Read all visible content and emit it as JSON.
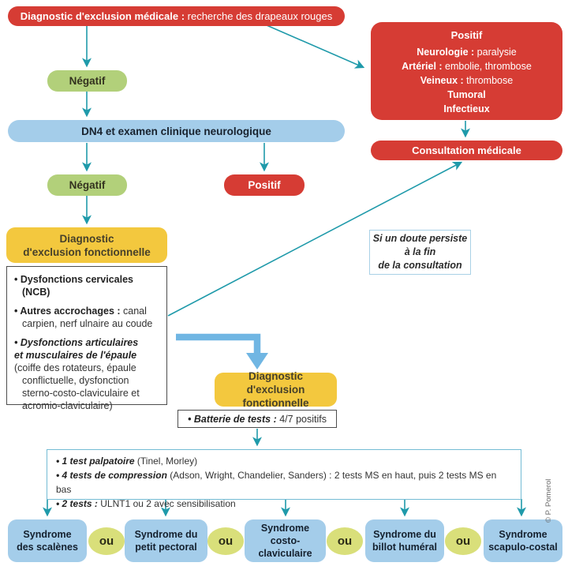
{
  "colors": {
    "red": "#d63c34",
    "green": "#b2d07a",
    "yellow": "#f3c83e",
    "blue": "#a4cdea",
    "olive_ou": "#d9df7a",
    "teal_arrow": "#1f9aaa",
    "thick_arrow_blue": "#70b6e3"
  },
  "flow": {
    "medical_exclusion": {
      "bold": "Diagnostic d'exclusion médicale :",
      "rest": " recherche des drapeaux rouges"
    },
    "negatif1": "Négatif",
    "dn4": "DN4 et examen clinique neurologique",
    "negatif2": "Négatif",
    "positif_small": "Positif",
    "func_excl_1": {
      "line1": "Diagnostic",
      "line2": "d'exclusion fonctionnelle"
    },
    "red_flags": {
      "title": "Positif",
      "lines": [
        {
          "bold": "Neurologie :",
          "rest": " paralysie"
        },
        {
          "bold": "Artériel :",
          "rest": " embolie, thrombose"
        },
        {
          "bold": "Veineux :",
          "rest": " thrombose"
        },
        {
          "bold": "Tumoral",
          "rest": ""
        },
        {
          "bold": "Infectieux",
          "rest": ""
        }
      ]
    },
    "consultation": "Consultation médicale",
    "doubt": {
      "line1": "Si un doute persiste",
      "line2": "à la fin",
      "line3": "de la consultation"
    },
    "dysfunctions": {
      "item1": {
        "bullet": "• ",
        "bold": "Dysfonctions cervicales (NCB)"
      },
      "item2": {
        "bullet": "• ",
        "bold": "Autres accrochages :",
        "rest": " canal carpien, nerf ulnaire au coude"
      },
      "item3": {
        "bullet": "• ",
        "bold_line1": "Dysfonctions articulaires",
        "bold_line2": "et musculaires de l'épaule",
        "rest": "(coiffe des rotateurs, épaule conflictuelle, dysfonction sterno-costo-claviculaire et acromio-claviculaire)"
      }
    },
    "func_excl_2": {
      "line1": "Diagnostic",
      "line2": "d'exclusion fonctionnelle"
    },
    "battery": {
      "bold": "• Batterie de tests :",
      "rest": " 4/7 positifs"
    },
    "tests": [
      {
        "bullet": "• ",
        "bold": "1 test palpatoire",
        "rest": " (Tinel, Morley)"
      },
      {
        "bullet": "• ",
        "bold": "4 tests de compression",
        "rest": " (Adson, Wright, Chandelier, Sanders) : 2 tests MS en haut, puis 2 tests MS en bas"
      },
      {
        "bullet": "• ",
        "bold": "2 tests :",
        "rest": " ULNT1 ou 2 avec sensibilisation"
      }
    ],
    "or_label": "ou",
    "syndromes": [
      {
        "line1": "Syndrome",
        "line2": "des scalènes"
      },
      {
        "line1": "Syndrome du",
        "line2": "petit pectoral"
      },
      {
        "line1": "Syndrome",
        "line2": "costo-",
        "line3": "claviculaire"
      },
      {
        "line1": "Syndrome du",
        "line2": "billot huméral"
      },
      {
        "line1": "Syndrome",
        "line2": "scapulo-costal"
      }
    ],
    "credit": "© P. Pomerol"
  }
}
